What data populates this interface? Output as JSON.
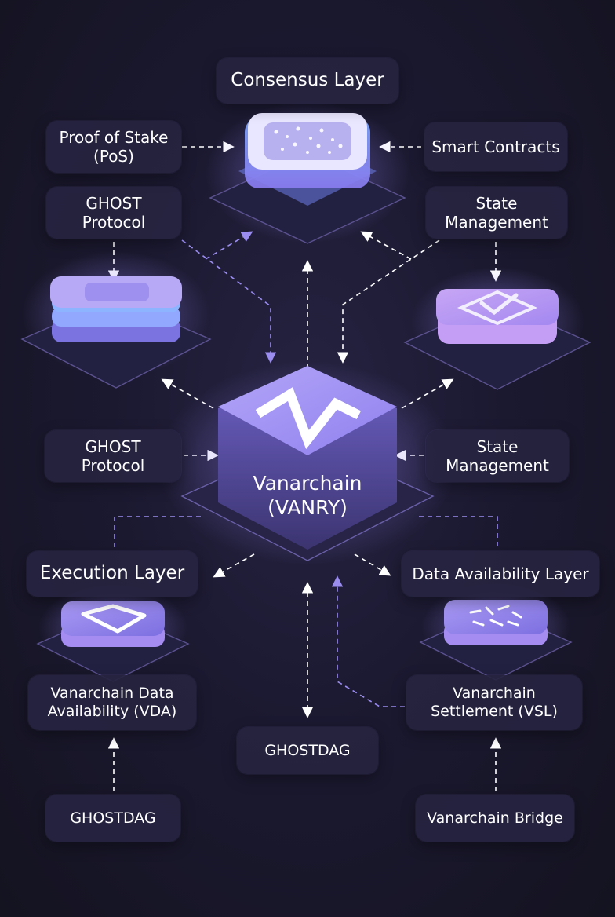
{
  "core": {
    "name": "Vanarchain\n(VANRY)"
  },
  "labels": {
    "consensus_layer": "Consensus Layer",
    "proof_of_stake": "Proof of Stake\n(PoS)",
    "smart_contracts_top": "Smart Contracts",
    "ghost_protocol_top": "GHOST\nProtocol",
    "state_management_top": "State\nManagement",
    "ghost_protocol_mid": "GHOST\nProtocol",
    "state_management_mid": "State\nManagement",
    "execution_layer": "Execution Layer",
    "data_availability_layer": "Data Availability Layer",
    "vanarchain_vda": "Vanarchain Data\nAvailability (VDA)",
    "vanarchain_vsl": "Vanarchain\nSettlement (VSL)",
    "ghostdag_center": "GHOSTDAG",
    "ghostdag_left": "GHOSTDAG",
    "vanarchain_bridge": "Vanarchain Bridge"
  },
  "colors": {
    "background": "#1b1930",
    "label_bg": "#262440",
    "accent_purple": "#9b8cf0",
    "accent_blue": "#7fa8ff",
    "arrow_white": "#ffffff"
  },
  "icons": {
    "core": "vanar-v-logo-icon",
    "consensus": "chip-grid-icon",
    "ghost": "stacked-layers-icon",
    "state": "check-shield-icon",
    "execution": "diamond-frame-icon",
    "data_availability": "data-blocks-icon"
  }
}
